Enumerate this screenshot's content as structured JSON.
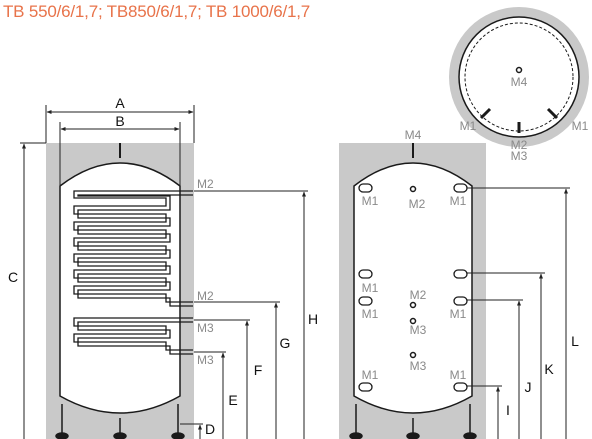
{
  "title": "TB 550/6/1,7; TB850/6/1,7; TB 1000/6/1,7",
  "colors": {
    "title": "#e8734a",
    "insulation": "#c9c9c9",
    "outline": "#1a1a1a",
    "port_label": "#8a8a8a",
    "dimension_line": "#222222"
  },
  "side_view": {
    "width_labels": [
      "A",
      "B"
    ],
    "height_labels": [
      "C",
      "H",
      "G",
      "F",
      "E",
      "D"
    ],
    "port_labels": [
      "M2",
      "M2",
      "M3",
      "M3"
    ]
  },
  "front_view": {
    "top_label": "M4",
    "port_labels": [
      "M1",
      "M2",
      "M1",
      "M1",
      "M2",
      "M1",
      "M3",
      "M1",
      "M3",
      "M1",
      "M1"
    ],
    "height_labels": [
      "L",
      "K",
      "J",
      "I"
    ]
  },
  "top_view": {
    "port_labels": [
      "M4",
      "M1",
      "M1",
      "M2",
      "M3"
    ]
  }
}
